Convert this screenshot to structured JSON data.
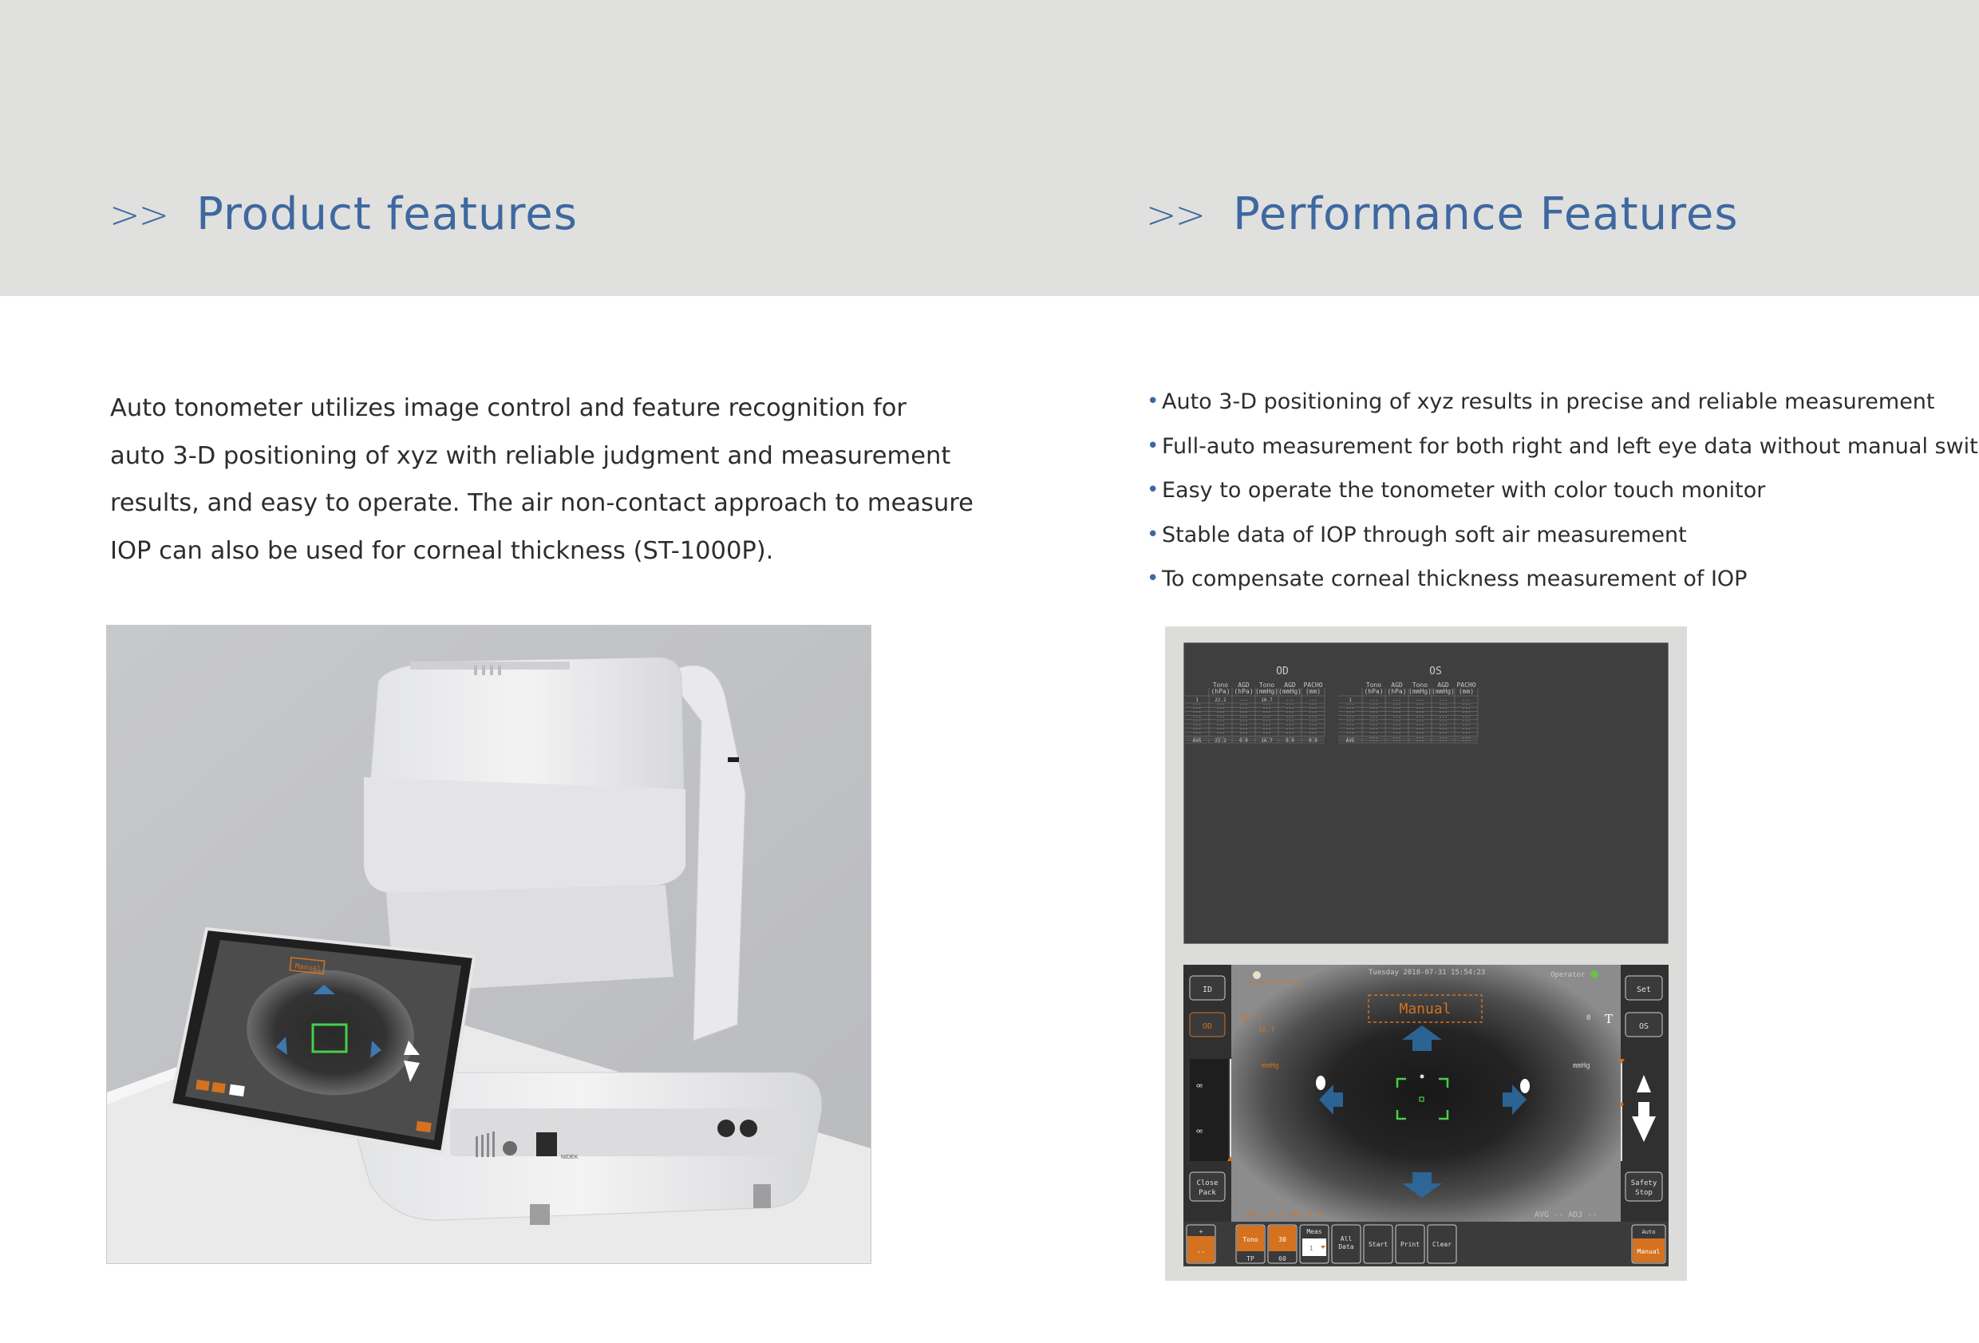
{
  "left_heading": {
    "chevron": ">>",
    "title": "Product features"
  },
  "right_heading": {
    "chevron": ">>",
    "title": "Performance Features"
  },
  "intro_lines": [
    "Auto tonometer utilizes image control and feature recognition for",
    "auto 3-D positioning of xyz with reliable judgment and measurement",
    "results, and easy to operate. The air non-contact approach to measure",
    "IOP can also be used for corneal thickness (ST-1000P)."
  ],
  "features": [
    "Auto 3-D positioning of xyz results in precise and reliable measurement",
    "Full-auto measurement for both right and left eye data without manual switch",
    "Easy to operate the tonometer with color touch monitor",
    "Stable data of IOP through soft air measurement",
    "To compensate corneal thickness measurement of IOP"
  ],
  "device_photo": {
    "tablet_mode_label": "Manual",
    "panel_left_text": "NIDEK"
  },
  "results_screen": {
    "od_label": "OD",
    "os_label": "OS",
    "column_headers": [
      {
        "name": "Tono",
        "unit": "(hPa)"
      },
      {
        "name": "AGD",
        "unit": "(hPa)"
      },
      {
        "name": "Tono",
        "unit": "(mmHg)"
      },
      {
        "name": "AGD",
        "unit": "(mmHg)"
      },
      {
        "name": "PACHO",
        "unit": "(mm)"
      }
    ],
    "od_first_row": [
      "1",
      "22.2",
      "---",
      "16.7",
      "---",
      "---"
    ],
    "os_first_row": [
      "1",
      "---",
      "---",
      "---",
      "---",
      "---"
    ],
    "empty_cell": "---",
    "avg_label": "AVG",
    "od_avg": [
      "22.2",
      "0.0",
      "16.7",
      "0.0",
      "0.0"
    ],
    "os_avg": [
      "---",
      "---",
      "---",
      "---",
      "---"
    ]
  },
  "measure_screen": {
    "datetime": "Tuesday 2018-07-31 15:54:23",
    "operator_label": "Operator",
    "mode_label": "Manual",
    "left_t": "T",
    "left_count": "1",
    "left_value": "16.7",
    "right_count": "0",
    "right_t": "T",
    "unit_left": "mmHg",
    "unit_right": "mmHg",
    "buttons": {
      "id": "ID",
      "od": "OD",
      "set": "Set",
      "os": "OS",
      "close_pack": [
        "Close",
        "Pack"
      ],
      "safety_stop": [
        "Safety",
        "Stop"
      ]
    },
    "avg_left": "AVG 16.7  ADJ 0.0",
    "avg_right": "AVG --  ADJ --",
    "bottom_bar": {
      "plus": "+",
      "minus": "--",
      "tono": "Tono",
      "tp": "TP",
      "p30": "30",
      "p60": "60",
      "meas_label": "Meas",
      "meas_value": "1",
      "all_data": [
        "All",
        "Data"
      ],
      "start": "Start",
      "print": "Print",
      "clear": "Clear",
      "auto": "Auto",
      "manual": "Manual"
    }
  },
  "colors": {
    "accent_blue": "#3e68a0",
    "header_band": "#e0e0de",
    "orange": "#d4721f",
    "screen_dark": "#3f3f3f",
    "reticle_green": "#46d04a"
  }
}
